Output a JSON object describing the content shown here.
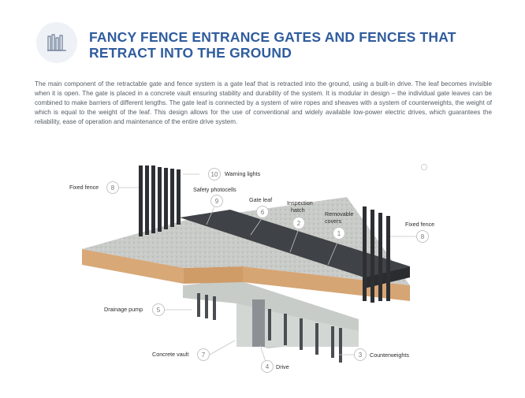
{
  "header": {
    "title_line1": "FANCY FENCE ENTRANCE GATES AND FENCES THAT",
    "title_line2": "RETRACT INTO THE GROUND",
    "icon": "gate-fence-icon"
  },
  "description": "The main component of the retractable gate and fence system is a gate leaf that is retracted into the ground, using a built-in drive. The leaf becomes invisible when it is open. The gate is placed in a concrete vault ensuring stability and durability of the system. It is modular in design – the individual gate leaves can be combined to make barriers of different lengths. The gate leaf is connected by a system of wire ropes and sheaves with a system of counterweights, the weight of which is equal to the weight of the leaf. This design allows for the use of conventional and widely available low-power electric drives, which guarantees the reliability, ease of operation and maintenance of the entire drive system.",
  "diagram": {
    "labels": [
      {
        "num": "10",
        "text": "Warning lights"
      },
      {
        "num": "8",
        "text": "Fixed fence"
      },
      {
        "num": "9",
        "text": "Safety photocells"
      },
      {
        "num": "6",
        "text": "Gate leaf"
      },
      {
        "num": "2",
        "text": "Inspection\nhatch"
      },
      {
        "num": "1",
        "text": "Removable\ncovers"
      },
      {
        "num": "8",
        "text": "Fixed fence"
      },
      {
        "num": "5",
        "text": "Drainage pump"
      },
      {
        "num": "7",
        "text": "Concrete vault"
      },
      {
        "num": "4",
        "text": "Drive"
      },
      {
        "num": "3",
        "text": "Counterweights"
      }
    ]
  }
}
